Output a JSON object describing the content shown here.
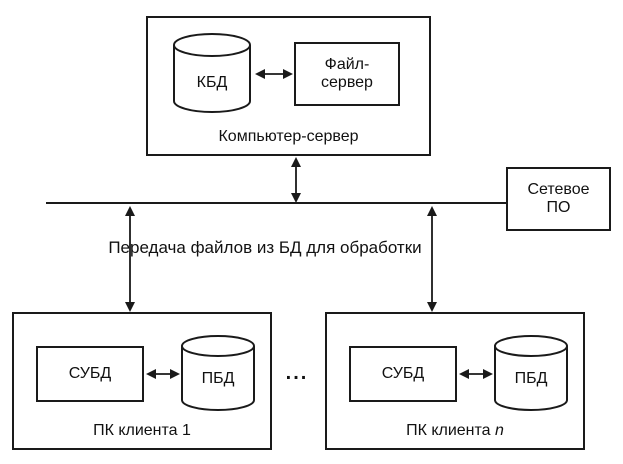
{
  "diagram": {
    "server": {
      "label": "Компьютер-сервер",
      "db_label": "КБД",
      "file_server_line1": "Файл-",
      "file_server_line2": "сервер"
    },
    "network": {
      "box_line1": "Сетевое",
      "box_line2": "ПО",
      "caption": "Передача файлов из БД для обработки"
    },
    "clients": [
      {
        "dbms_label": "СУБД",
        "db_label": "ПБД",
        "label_prefix": "ПК клиента ",
        "label_suffix": "1"
      },
      {
        "dbms_label": "СУБД",
        "db_label": "ПБД",
        "label_prefix": "ПК клиента ",
        "label_suffix": "n"
      }
    ],
    "ellipsis": "...",
    "colors": {
      "stroke": "#1a1a1a",
      "background": "#ffffff"
    }
  }
}
